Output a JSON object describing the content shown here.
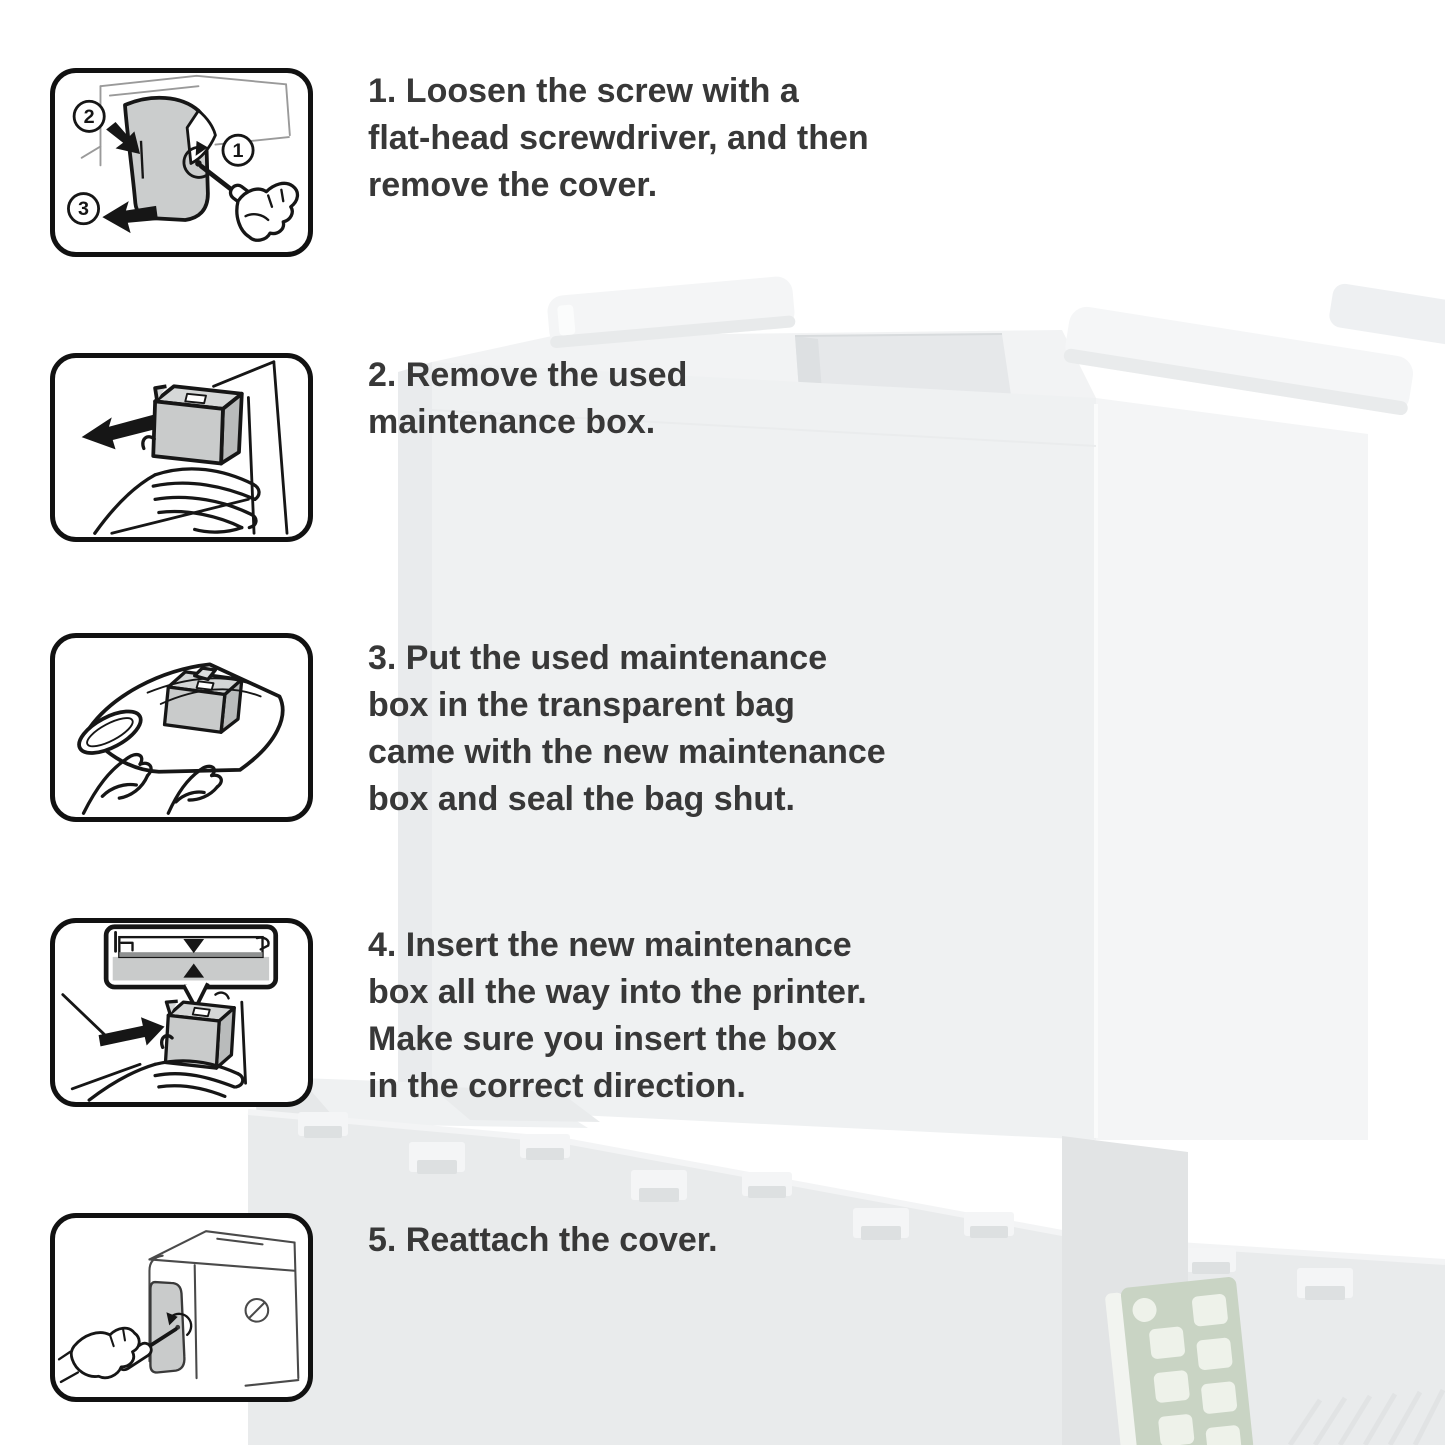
{
  "document": {
    "kind": "printer-maintenance-box-replacement-instructions",
    "step_count": 5
  },
  "colors": {
    "page_background": "#ffffff",
    "caption_text": "#383838",
    "illustration_outline": "#161616",
    "illustration_frame": "#111111",
    "illustration_gray_panel": "#c9cbcb",
    "photo_front_face": "#eff1f2",
    "photo_right_face": "#f4f5f6",
    "photo_top_face": "#f2f3f4",
    "photo_slab": "#e9ebec",
    "photo_shadow": "#e0e2e3",
    "chip_green": "#c9d4c4",
    "chip_pad": "#eef2ea"
  },
  "steps": [
    {
      "number": "1",
      "illustration": "loosen-screw-and-remove-cover",
      "lines": [
        "1. Loosen the screw with a",
        "flat-head screwdriver, and then",
        "remove the cover."
      ],
      "callouts": {
        "loosen_screw": "1",
        "open_cover": "2",
        "remove_cover": "3"
      }
    },
    {
      "number": "2",
      "illustration": "pull-out-used-maintenance-box",
      "lines": [
        "2. Remove the used",
        "maintenance box."
      ]
    },
    {
      "number": "3",
      "illustration": "seal-used-box-in-transparent-bag",
      "lines": [
        "3. Put the used maintenance",
        "box in the transparent bag",
        "came with the new maintenance",
        "box and seal the bag shut."
      ]
    },
    {
      "number": "4",
      "illustration": "insert-new-maintenance-box",
      "lines": [
        "4. Insert the new maintenance",
        "box all the way into the printer.",
        "Make sure you insert the box",
        "in the correct direction."
      ]
    },
    {
      "number": "5",
      "illustration": "reattach-cover",
      "lines": [
        "5. Reattach the cover."
      ]
    }
  ]
}
